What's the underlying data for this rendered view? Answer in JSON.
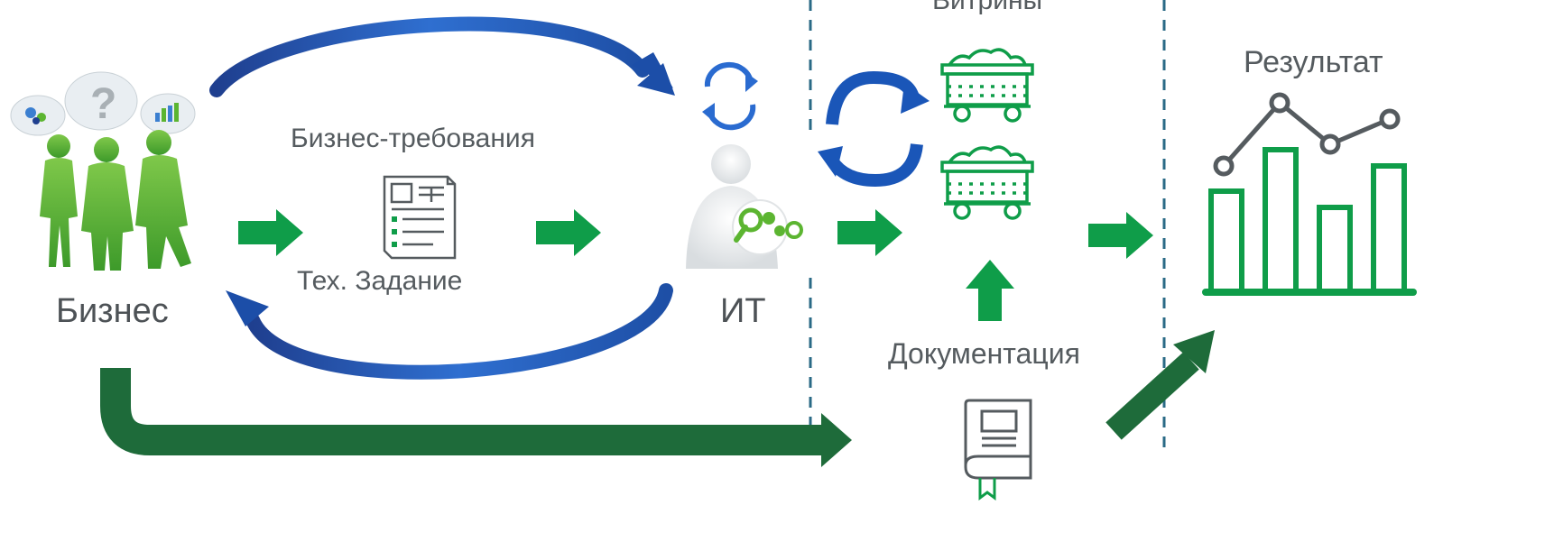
{
  "labels": {
    "business": "Бизнес",
    "it": "ИТ",
    "requirements": "Бизнес-требования",
    "spec": "Тех. Задание",
    "marts": "Витрины",
    "result": "Результат",
    "documentation": "Документация"
  },
  "colors": {
    "green": "#0f9d49",
    "dark_green": "#1e6b3a",
    "blue": "#1a56b8",
    "dashed_line": "#2a6a86",
    "people_green": "#5cb531"
  }
}
